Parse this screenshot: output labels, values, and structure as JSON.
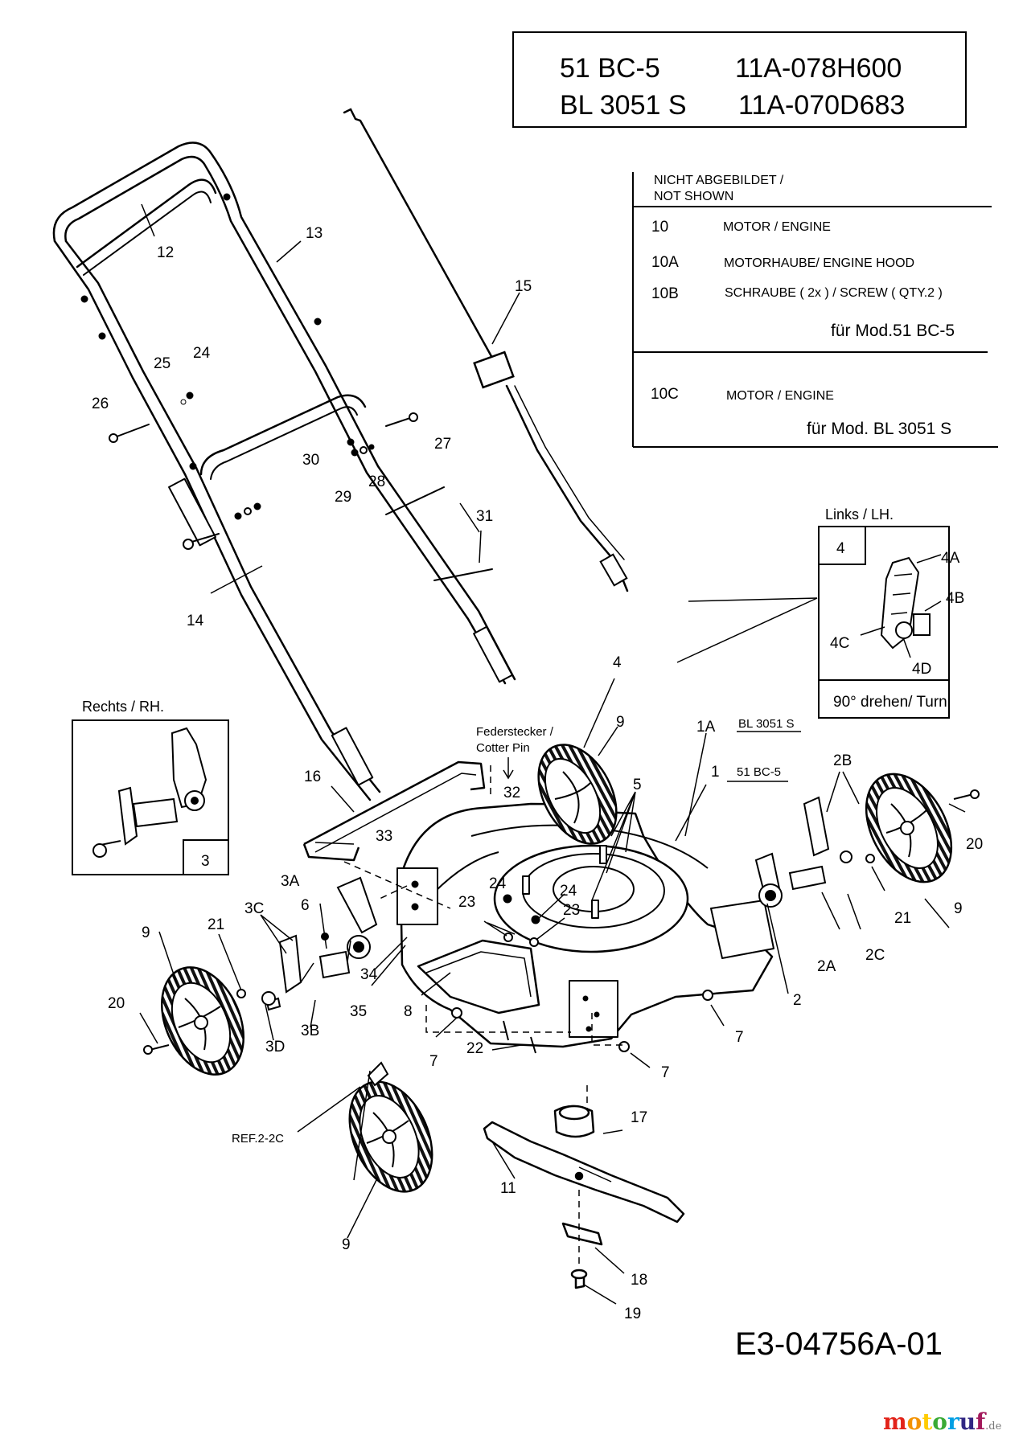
{
  "title_box": {
    "row1_model": "51 BC-5",
    "row1_number": "11A-078H600",
    "row2_model": "BL 3051 S",
    "row2_number": "11A-070D683"
  },
  "not_shown": {
    "header_line1": "NICHT ABGEBILDET /",
    "header_line2": "NOT SHOWN",
    "rows": [
      {
        "no": "10",
        "desc": "MOTOR / ENGINE"
      },
      {
        "no": "10A",
        "desc": "MOTORHAUBE/ ENGINE HOOD"
      },
      {
        "no": "10B",
        "desc": "SCHRAUBE ( 2x ) / SCREW ( QTY.2 )"
      },
      {
        "no": "10C",
        "desc": "MOTOR / ENGINE"
      }
    ],
    "note_mod1": "für Mod.51 BC-5",
    "note_mod2": "für Mod. BL 3051 S"
  },
  "inset_left": {
    "title": "Links / LH.",
    "ref": "4",
    "callouts": [
      "4A",
      "4B",
      "4C",
      "4D"
    ],
    "footer": "90° drehen/ Turn"
  },
  "inset_right": {
    "title": "Rechts / RH.",
    "ref": "3"
  },
  "model_tags": {
    "tag_1A": "BL 3051 S",
    "tag_1": "51 BC-5"
  },
  "notes": {
    "cotter_line1": "Federstecker /",
    "cotter_line2": "Cotter Pin",
    "ref_note": "REF.2-2C"
  },
  "part_labels": {
    "p12": "12",
    "p13": "13",
    "p15": "15",
    "p24a": "24",
    "p25": "25",
    "p26": "26",
    "p27": "27",
    "p28": "28",
    "p29": "29",
    "p30": "30",
    "p31": "31",
    "p14": "14",
    "p4": "4",
    "p9a": "9",
    "p1A": "1A",
    "p1": "1",
    "p2B": "2B",
    "p5": "5",
    "p16": "16",
    "p32": "32",
    "p33": "33",
    "p20a": "20",
    "p3A": "3A",
    "p24b": "24",
    "p24c": "24",
    "p23a": "23",
    "p23b": "23",
    "p9b": "9",
    "p21a": "21",
    "p3C": "3C",
    "p6": "6",
    "p21b": "21",
    "p2A": "2A",
    "p2C": "2C",
    "p9c": "9",
    "p34": "34",
    "p35": "35",
    "p8": "8",
    "p2": "2",
    "p20b": "20",
    "p3D": "3D",
    "p3B": "3B",
    "p7a": "7",
    "p22": "22",
    "p7b": "7",
    "p7c": "7",
    "p17": "17",
    "p11": "11",
    "p9d": "9",
    "p18": "18",
    "p19": "19"
  },
  "drawing_number": "E3-04756A-01",
  "watermark": {
    "letters": [
      "m",
      "o",
      "t",
      "o",
      "r",
      "u",
      "f"
    ],
    "letter_colors": [
      "#e2231a",
      "#f39200",
      "#ffcc00",
      "#3aaa35",
      "#009fe3",
      "#312783",
      "#a3195b"
    ],
    "tld": ".de"
  }
}
